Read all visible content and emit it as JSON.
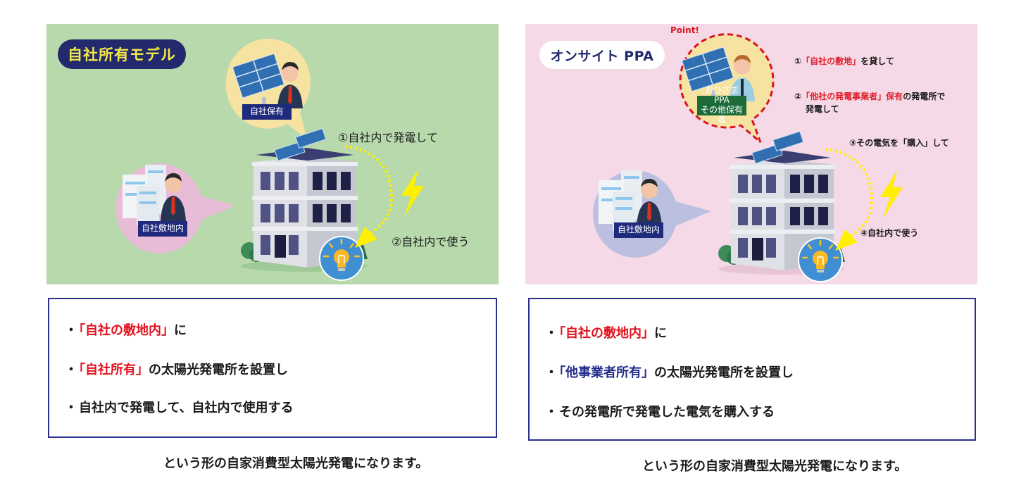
{
  "left_panel": {
    "title": "自社所有モデル",
    "owner_label": "自社保有",
    "site_label": "自社敷地内",
    "step1": "①自社内で発電して",
    "step2": "②自社内で使う",
    "colors": {
      "background": "#b7d9ac",
      "badge_bg": "#22296c",
      "badge_text": "#f5e94a"
    }
  },
  "right_panel": {
    "title": "オンサイト PPA",
    "point_label": "Point!",
    "owner_label_line1": "おひさま PPA",
    "owner_label_line2": "その他保有者",
    "site_label": "自社敷地内",
    "step1": {
      "prefix": "①",
      "highlight": "「自社の敷地」",
      "suffix": "を貸して"
    },
    "step2": {
      "prefix": "②",
      "highlight": "「他社の発電事業者」保有",
      "suffix": "の発電所で",
      "line2": "発電して"
    },
    "step3": "③その電気を「購入」して",
    "step4": "④自社内で使う",
    "colors": {
      "background": "#f6d9e6",
      "badge_bg": "#ffffff",
      "badge_text": "#22296c",
      "point": "#d8141e"
    }
  },
  "left_summary": {
    "bullets": [
      {
        "dot": "・",
        "highlight": "「自社の敷地内」",
        "suffix": "に"
      },
      {
        "dot": "・",
        "highlight": "「自社所有」",
        "suffix": "の太陽光発電所を設置し"
      },
      {
        "dot": "・",
        "highlight": "",
        "suffix": "自社内で発電して、自社内で使用する"
      }
    ],
    "conclusion": "という形の自家消費型太陽光発電になります。"
  },
  "right_summary": {
    "bullets": [
      {
        "dot": "・",
        "highlight": "「自社の敷地内」",
        "suffix": "に"
      },
      {
        "dot": "・",
        "highlight": "「他事業者所有」",
        "suffix": "の太陽光発電所を設置し"
      },
      {
        "dot": "・",
        "highlight": "",
        "suffix": "その発電所で発電した電気を購入する"
      }
    ],
    "conclusion": "という形の自家消費型太陽光発電になります。"
  },
  "colors": {
    "highlight_red": "#e1121e",
    "highlight_blue": "#232c8c",
    "box_border": "#2b2f8f",
    "lightning": "#ffef00"
  }
}
